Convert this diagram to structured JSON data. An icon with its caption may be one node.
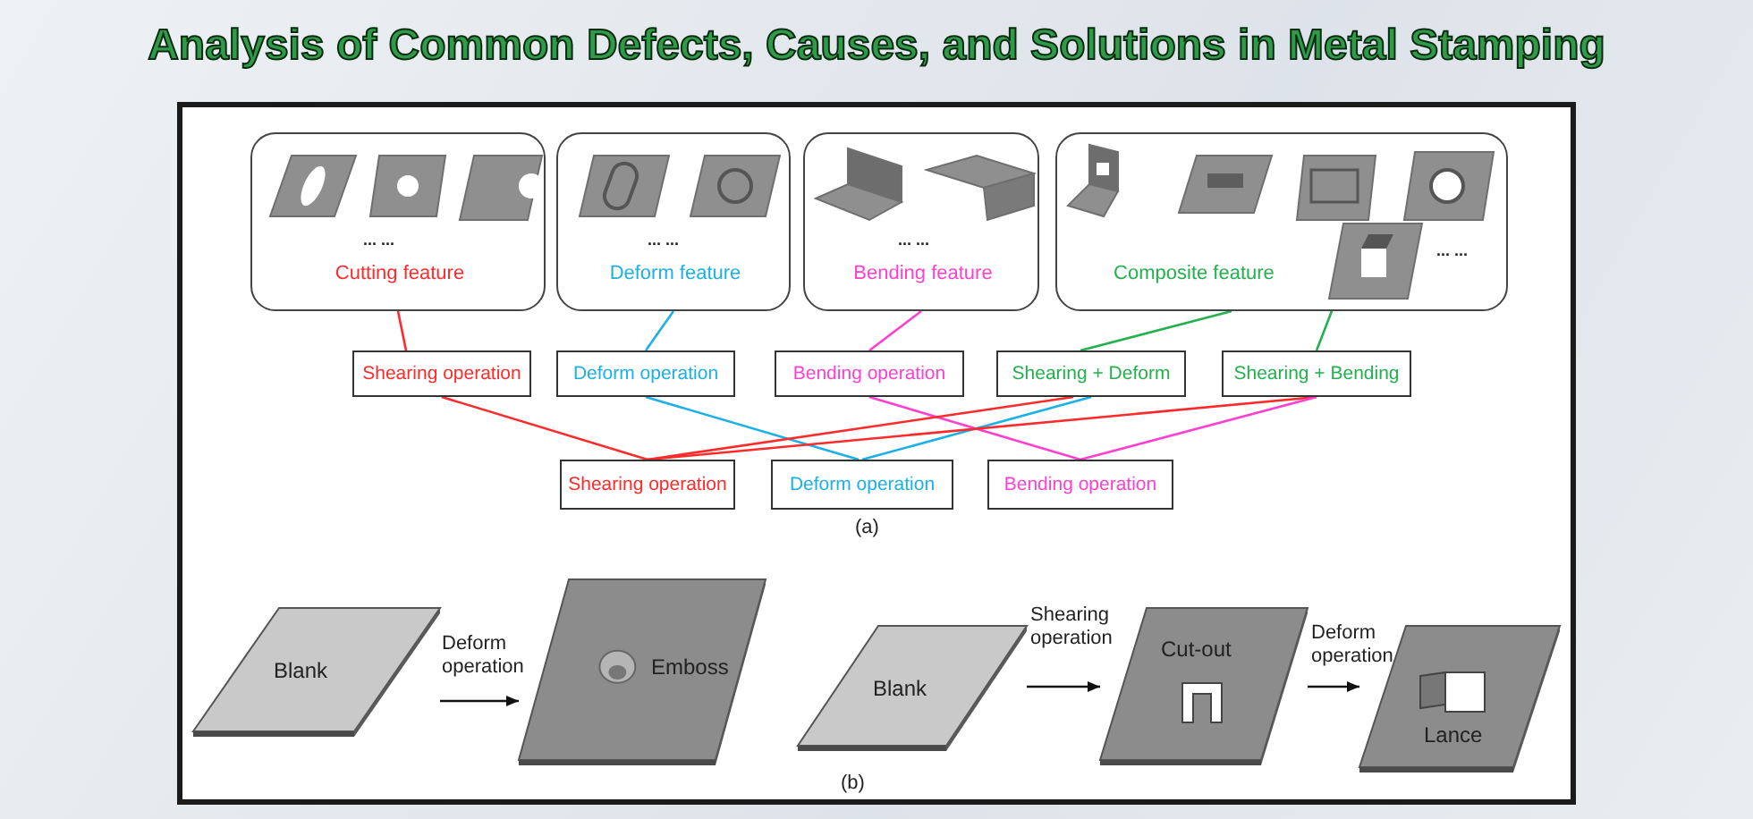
{
  "diagram": {
    "title": "Analysis of Common Defects, Causes, and Solutions in Metal Stamping",
    "nodes": [
      {
        "text": [
          "... ...",
          "Cutting feature"
        ]
      },
      {
        "text": [
          "... ...",
          "Deform feature"
        ]
      },
      {
        "text": [
          "... ...",
          "Bending feature"
        ]
      },
      {
        "text": [
          "... ...",
          "Composite feature"
        ]
      },
      {
        "text": [
          "Shearing operation"
        ]
      },
      {
        "text": [
          "Deform operation"
        ]
      },
      {
        "text": [
          "Bending operation"
        ]
      },
      {
        "text": [
          "Shearing + Deform"
        ]
      },
      {
        "text": [
          "Shearing + Bending"
        ]
      },
      {
        "text": [
          "Shearing operation"
        ]
      },
      {
        "text": [
          "Deform operation"
        ]
      },
      {
        "text": [
          "Bending operation"
        ]
      },
      {
        "text": [
          "Blank"
        ]
      },
      {
        "text": [
          "Emboss"
        ]
      },
      {
        "text": [
          "Blank"
        ]
      },
      {
        "text": [
          "Cut-out"
        ]
      },
      {
        "text": [
          "Lance"
        ]
      }
    ],
    "edges": [
      {
        "from": 0,
        "to": 4,
        "arrow": "none"
      },
      {
        "from": 1,
        "to": 5,
        "arrow": "none",
        "color": "#1ab0e8"
      },
      {
        "from": 2,
        "to": 6,
        "arrow": "none",
        "color": "#ff3fd0"
      },
      {
        "from": 3,
        "to": 7,
        "arrow": "none",
        "color": "#22b14c"
      },
      {
        "from": 3,
        "to": 8,
        "arrow": "none",
        "color": "#22b14c"
      },
      {
        "from": 4,
        "to": 9,
        "arrow": "none"
      },
      {
        "from": 5,
        "to": 10,
        "arrow": "none",
        "color": "#1ab0e8"
      },
      {
        "from": 6,
        "to": 11,
        "arrow": "none",
        "color": "#ff3fd0"
      },
      {
        "from": 7,
        "to": 9,
        "arrow": "none"
      },
      {
        "from": 7,
        "to": 10,
        "arrow": "none",
        "color": "#1ab0e8"
      },
      {
        "from": 8,
        "to": 9,
        "arrow": "none"
      },
      {
        "from": 8,
        "to": 11,
        "arrow": "none",
        "color": "#ff3fd0"
      },
      {
        "from": 12,
        "to": 13,
        "arrow": "to",
        "label": "Deform operation",
        "color": "#111111"
      },
      {
        "from": 14,
        "to": 15,
        "arrow": "to",
        "label": "Shearing operation",
        "color": "#111111"
      },
      {
        "from": 15,
        "to": 16,
        "arrow": "to",
        "label": "Deform operation",
        "color": "#111111"
      }
    ],
    "labels": [
      "(a)",
      "(b)"
    ]
  }
}
